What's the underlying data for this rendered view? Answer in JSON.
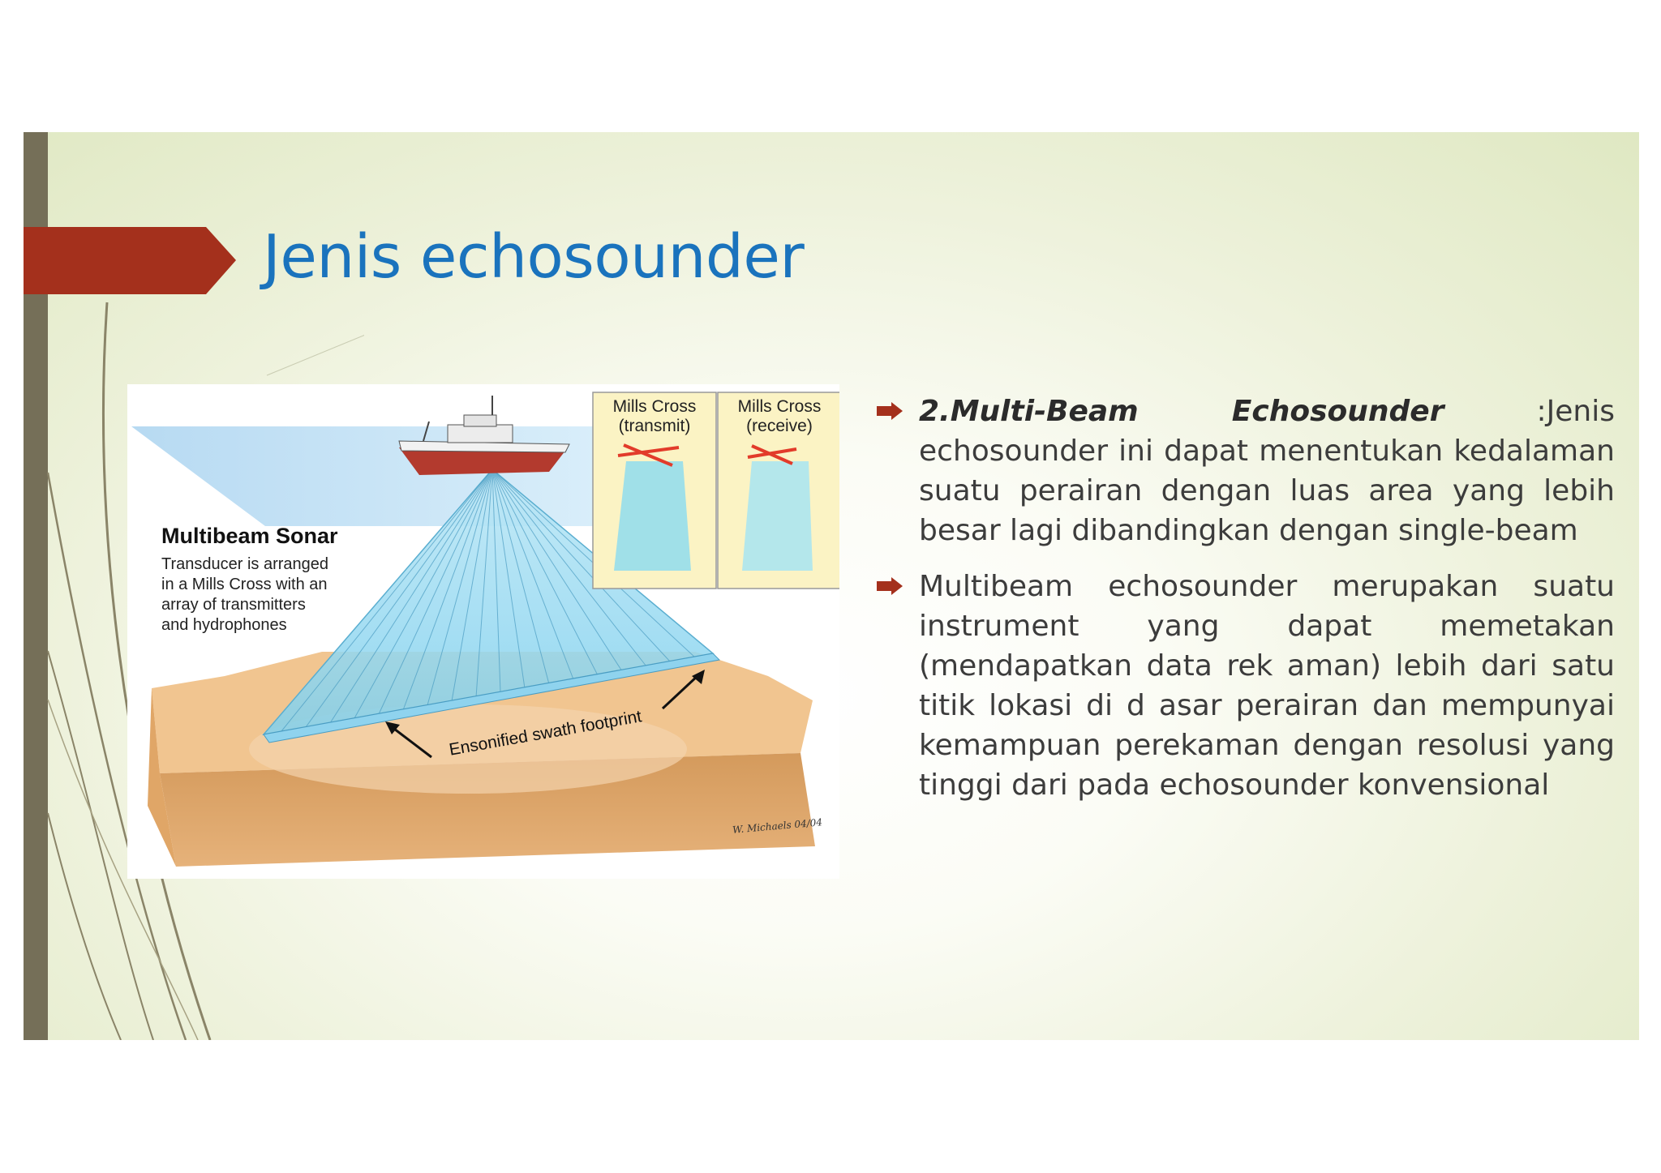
{
  "slide": {
    "title": "Jenis echosounder"
  },
  "figure": {
    "heading": "Multibeam Sonar",
    "caption_lines": [
      "Transducer is arranged",
      "in a Mills Cross with an",
      "array of transmitters",
      "and hydrophones"
    ],
    "inset_transmit_line1": "Mills Cross",
    "inset_transmit_line2": "(transmit)",
    "inset_receive_line1": "Mills Cross",
    "inset_receive_line2": "(receive)",
    "footprint_label": "Ensonified swath footprint",
    "signature": "W. Michaels 04/04"
  },
  "bullets": [
    {
      "lead": "2.Multi-Beam Echosounder",
      "text": " :Jenis echosounder ini dapat menentukan kedalaman suatu perairan dengan luas area yang lebih besar lagi dibandingkan dengan single-beam"
    },
    {
      "lead": "",
      "text": "Multibeam echosounder merupakan suatu instrument yang dapat memetakan (mendapatkan data rek aman) lebih dari satu titik lokasi di d asar perairan dan mempunyai kemampuan perekaman dengan resolusi yang tinggi dari pada echosounder konvensional"
    }
  ],
  "colors": {
    "title": "#1a73bd",
    "accent_arrow": "#a4301c",
    "left_bar": "#756f58",
    "body_text": "#3c3c3c"
  }
}
